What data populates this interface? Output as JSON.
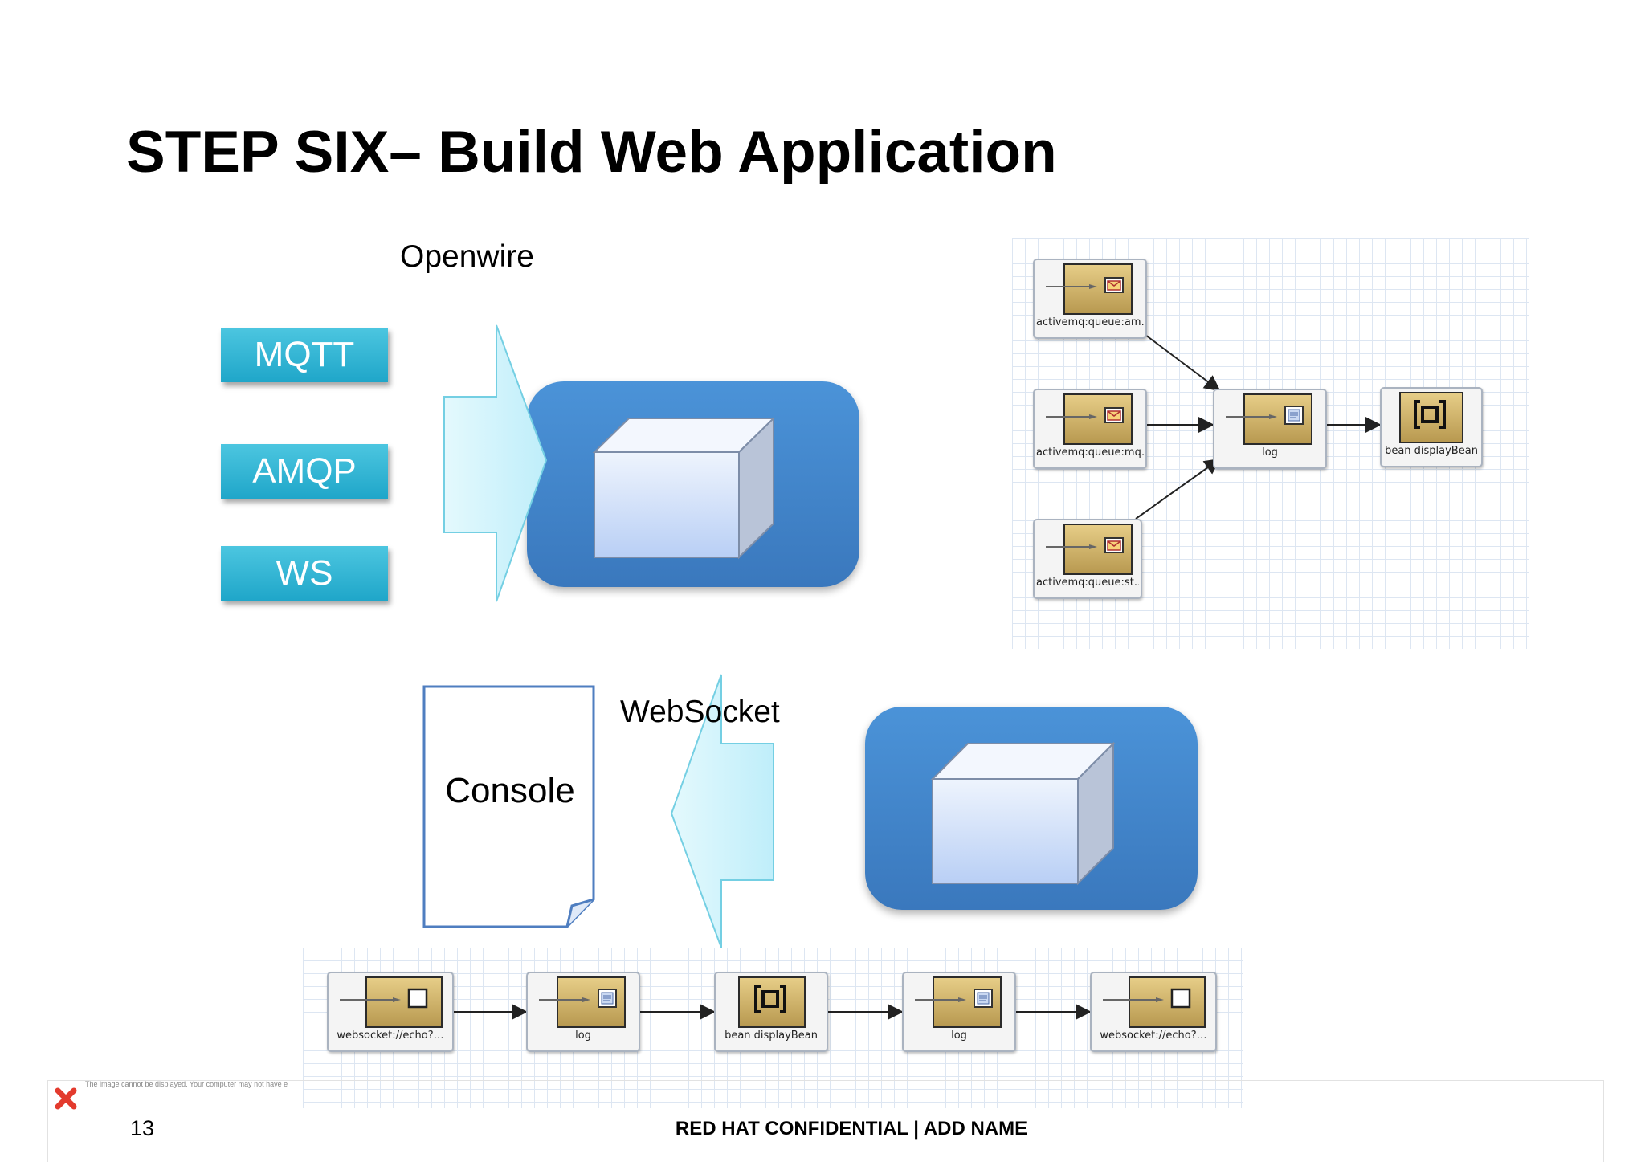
{
  "slide": {
    "title": "STEP SIX– Build Web Application",
    "page_number": "13",
    "footer": "RED HAT CONFIDENTIAL | ADD NAME",
    "broken_image_text": "The image cannot be displayed. Your computer may not have e"
  },
  "top_diagram": {
    "protocol_label": "Openwire",
    "protocols": [
      "MQTT",
      "AMQP",
      "WS"
    ]
  },
  "top_route": {
    "nodes": [
      {
        "label": "activemq:queue:am…",
        "kind": "endpoint-mail"
      },
      {
        "label": "activemq:queue:mq…",
        "kind": "endpoint-mail"
      },
      {
        "label": "activemq:queue:st…",
        "kind": "endpoint-mail"
      },
      {
        "label": "log",
        "kind": "log"
      },
      {
        "label": "bean displayBean",
        "kind": "bean"
      }
    ]
  },
  "bottom_diagram": {
    "protocol_label": "WebSocket",
    "console_label": "Console"
  },
  "bottom_route": {
    "nodes": [
      {
        "label": "websocket://echo?…",
        "kind": "endpoint-box"
      },
      {
        "label": "log",
        "kind": "log"
      },
      {
        "label": "bean displayBean",
        "kind": "bean"
      },
      {
        "label": "log",
        "kind": "log"
      },
      {
        "label": "websocket://echo?…",
        "kind": "endpoint-box"
      }
    ]
  },
  "colors": {
    "protocol_button": "#2bb3d4",
    "broker": "#4185cc",
    "arrow_fill": "#d2f4fc",
    "arrow_stroke": "#6fcfe3",
    "cube_front": "#d9e6fb",
    "node_tile": "#cdb26a"
  }
}
